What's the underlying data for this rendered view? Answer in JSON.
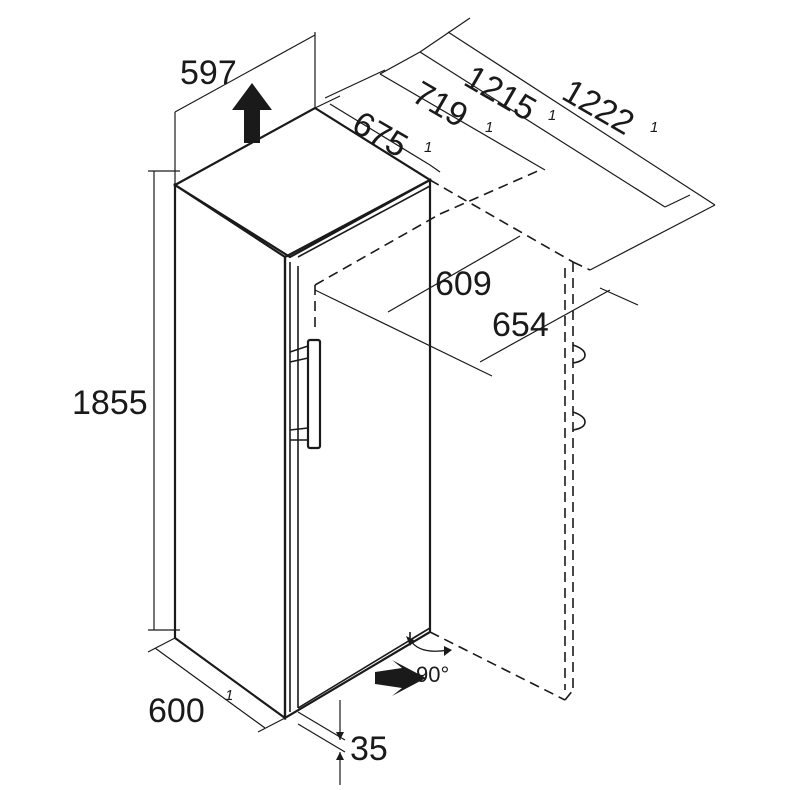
{
  "dimensions": {
    "width": "597",
    "depth_door_closed": "675",
    "depth_door_closed_note": "1",
    "depth_with_handle": "719",
    "depth_with_handle_note": "1",
    "depth_door_open": "1215",
    "depth_door_open_note": "1",
    "depth_door_open_total": "1222",
    "depth_door_open_total_note": "1",
    "door_opening_depth": "609",
    "door_open_width": "654",
    "height": "1855",
    "body_depth": "600",
    "body_depth_note": "1",
    "base_height": "35",
    "door_angle": "90°"
  }
}
